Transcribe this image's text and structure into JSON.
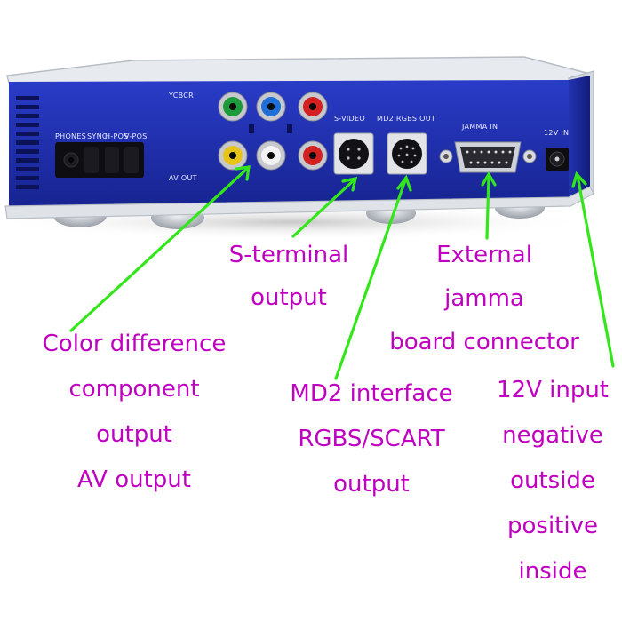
{
  "device": {
    "panel_labels": {
      "ycbcr": "YCBCR",
      "av_out": "AV OUT",
      "phones": "PHONES",
      "sync": "SYNC",
      "h_pos": "H-POS",
      "v_pos": "V-POS",
      "s_video": "S-VIDEO",
      "md2_rgbs_out": "MD2 RGBS OUT",
      "jamma_in": "JAMMA IN",
      "v12_in": "12V IN"
    }
  },
  "callouts": {
    "component": {
      "line1": "Color difference",
      "line2": "component",
      "line3": "output",
      "line4": "AV output"
    },
    "s_terminal": {
      "line1": "S-terminal",
      "line2": "output"
    },
    "md2": {
      "line1": "MD2  interface",
      "line2": "RGBS/SCART",
      "line3": "output"
    },
    "jamma": {
      "line1": "External",
      "line2": "jamma",
      "line3": "board connector"
    },
    "power": {
      "line1": "12V input",
      "line2": "negative",
      "line3": "outside",
      "line4": "positive",
      "line5": "inside"
    }
  },
  "colors": {
    "callout_text": "#c000c0",
    "arrow": "#33e61a",
    "panel": "#1f2fb5",
    "acrylic": "#d9dde3"
  }
}
